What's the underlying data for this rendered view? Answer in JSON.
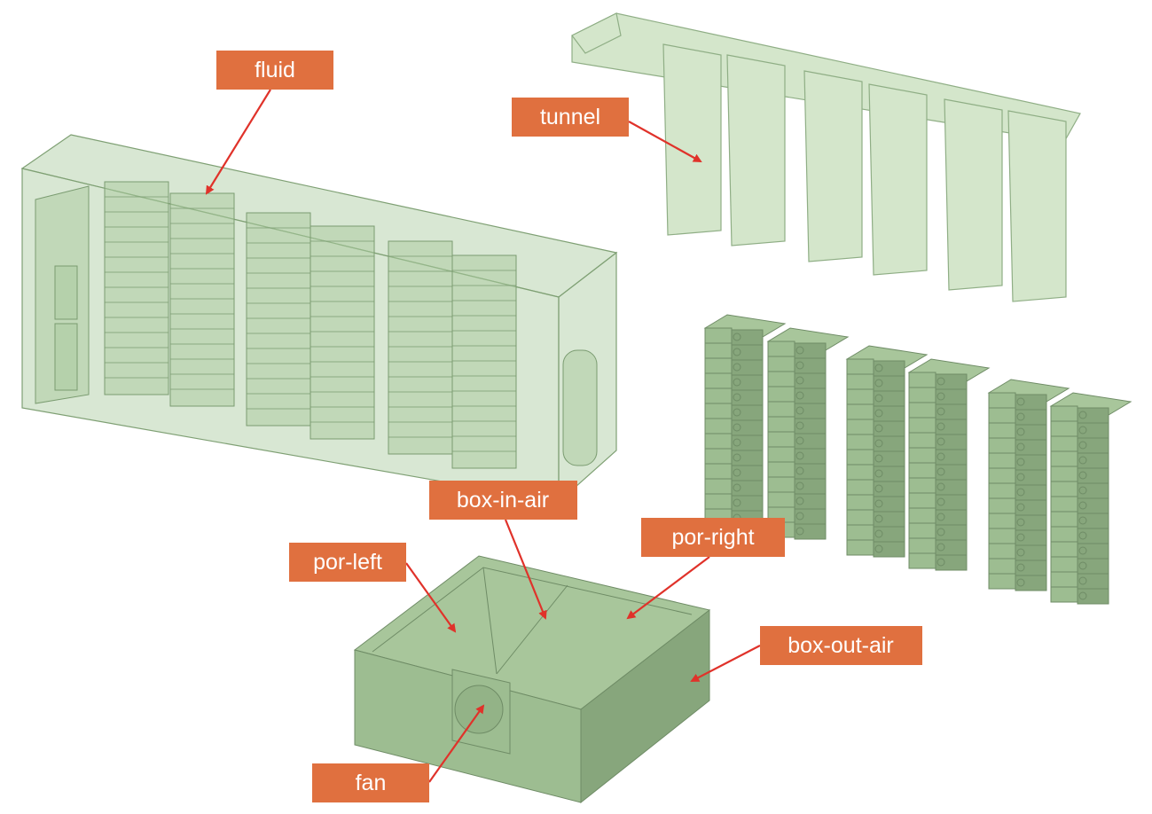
{
  "diagram": {
    "labels": {
      "fluid": "fluid",
      "tunnel": "tunnel",
      "box_in_air": "box-in-air",
      "por_left": "por-left",
      "por_right": "por-right",
      "box_out_air": "box-out-air",
      "fan": "fan"
    },
    "colors": {
      "label_bg": "#E0703F",
      "arrow": "#E0322A",
      "geometry": "#9dbd91"
    }
  }
}
